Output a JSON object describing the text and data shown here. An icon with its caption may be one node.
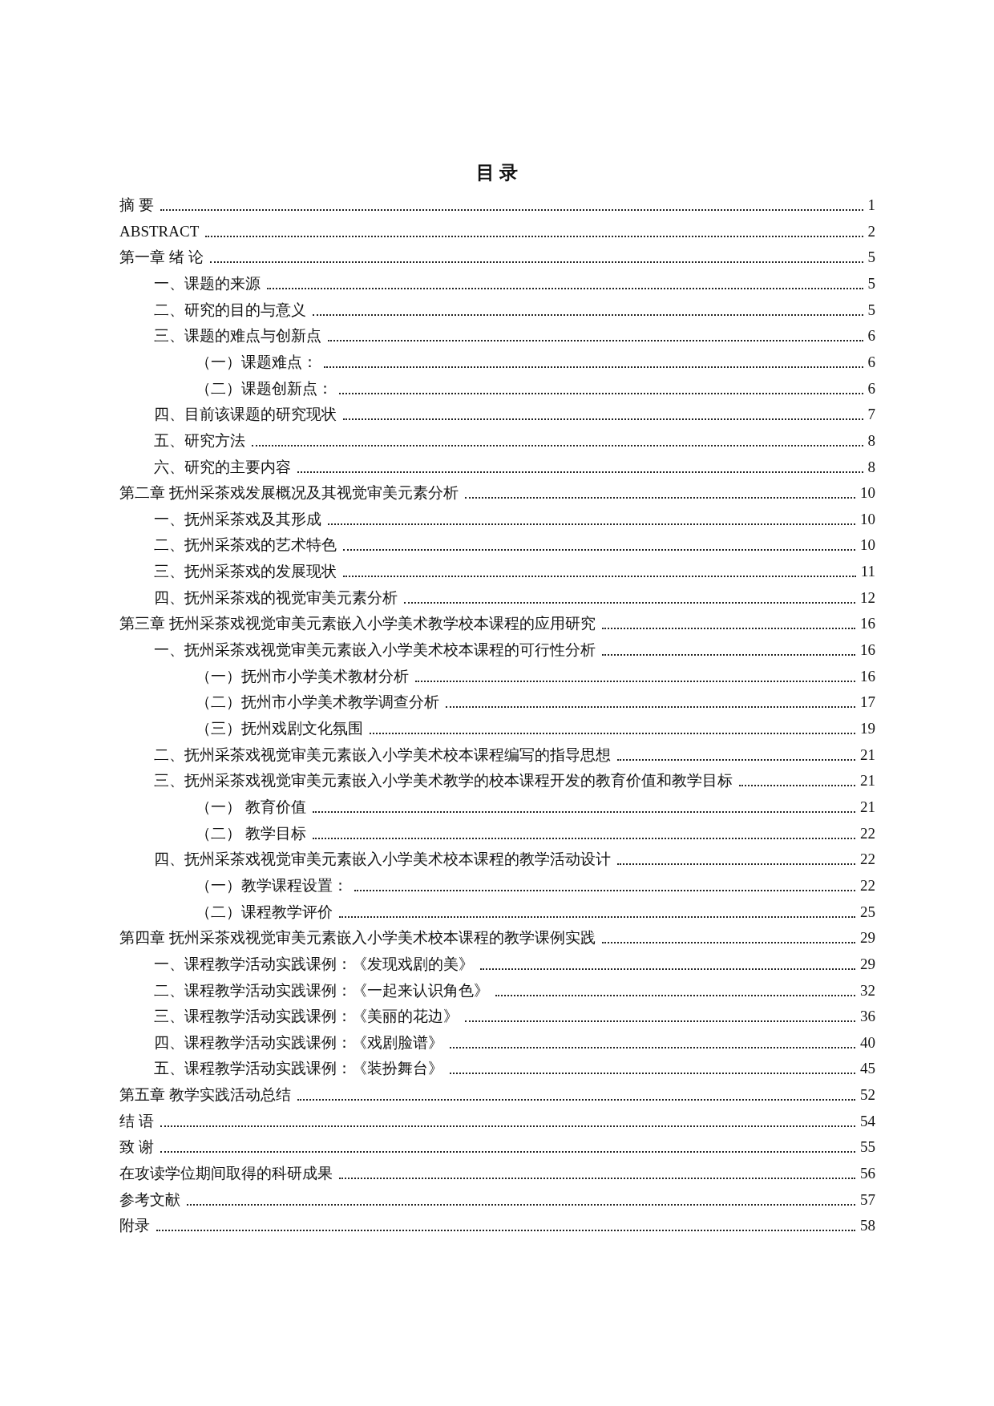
{
  "diagram": {
    "title": "目 录",
    "labels": [
      "摘 要",
      "1",
      "ABSTRACT",
      "2",
      "第一章 绪 论",
      "5",
      "一、课题的来源",
      "5",
      "二、研究的目的与意义",
      "5",
      "三、课题的难点与创新点",
      "6",
      "（一）课题难点：",
      "6",
      "（二）课题创新点：",
      "6",
      "四、目前该课题的研究现状",
      "7",
      "五、研究方法",
      "8",
      "六、研究的主要内容",
      "8",
      "第二章 抚州采茶戏发展概况及其视觉审美元素分析",
      "10",
      "一、抚州采茶戏及其形成",
      "10",
      "二、抚州采茶戏的艺术特色",
      "10",
      "三、抚州采茶戏的发展现状",
      "11",
      "四、抚州采茶戏的视觉审美元素分析",
      "12",
      "第三章 抚州采茶戏视觉审美元素嵌入小学美术教学校本课程的应用研究",
      "16",
      "一、抚州采茶戏视觉审美元素嵌入小学美术校本课程的可行性分析",
      "16",
      "（一）抚州市小学美术教材分析",
      "16",
      "（二）抚州市小学美术教学调查分析",
      "17",
      "（三）抚州戏剧文化氛围",
      "19",
      "二、抚州采茶戏视觉审美元素嵌入小学美术校本课程编写的指导思想",
      "21",
      "三、抚州采茶戏视觉审美元素嵌入小学美术教学的校本课程开发的教育价值和教学目标",
      "21",
      "（一） 教育价值",
      "21",
      "（二） 教学目标",
      "22",
      "四、抚州采茶戏视觉审美元素嵌入小学美术校本课程的教学活动设计",
      "22",
      "（一）教学课程设置：",
      "22",
      "（二）课程教学评价",
      "25",
      "第四章 抚州采茶戏视觉审美元素嵌入小学美术校本课程的教学课例实践",
      "29",
      "一、课程教学活动实践课例：《发现戏剧的美》",
      "29",
      "二、课程教学活动实践课例：《一起来认识角色》",
      "32",
      "三、课程教学活动实践课例：《美丽的花边》",
      "36",
      "四、课程教学活动实践课例：《戏剧脸谱》",
      "40",
      "五、课程教学活动实践课例：《装扮舞台》",
      "45",
      "第五章 教学实践活动总结",
      "52",
      "结 语",
      "54",
      "致 谢",
      "55",
      "在攻读学位期间取得的科研成果",
      "56",
      "参考文献",
      "57",
      "附录",
      "58"
    ]
  }
}
